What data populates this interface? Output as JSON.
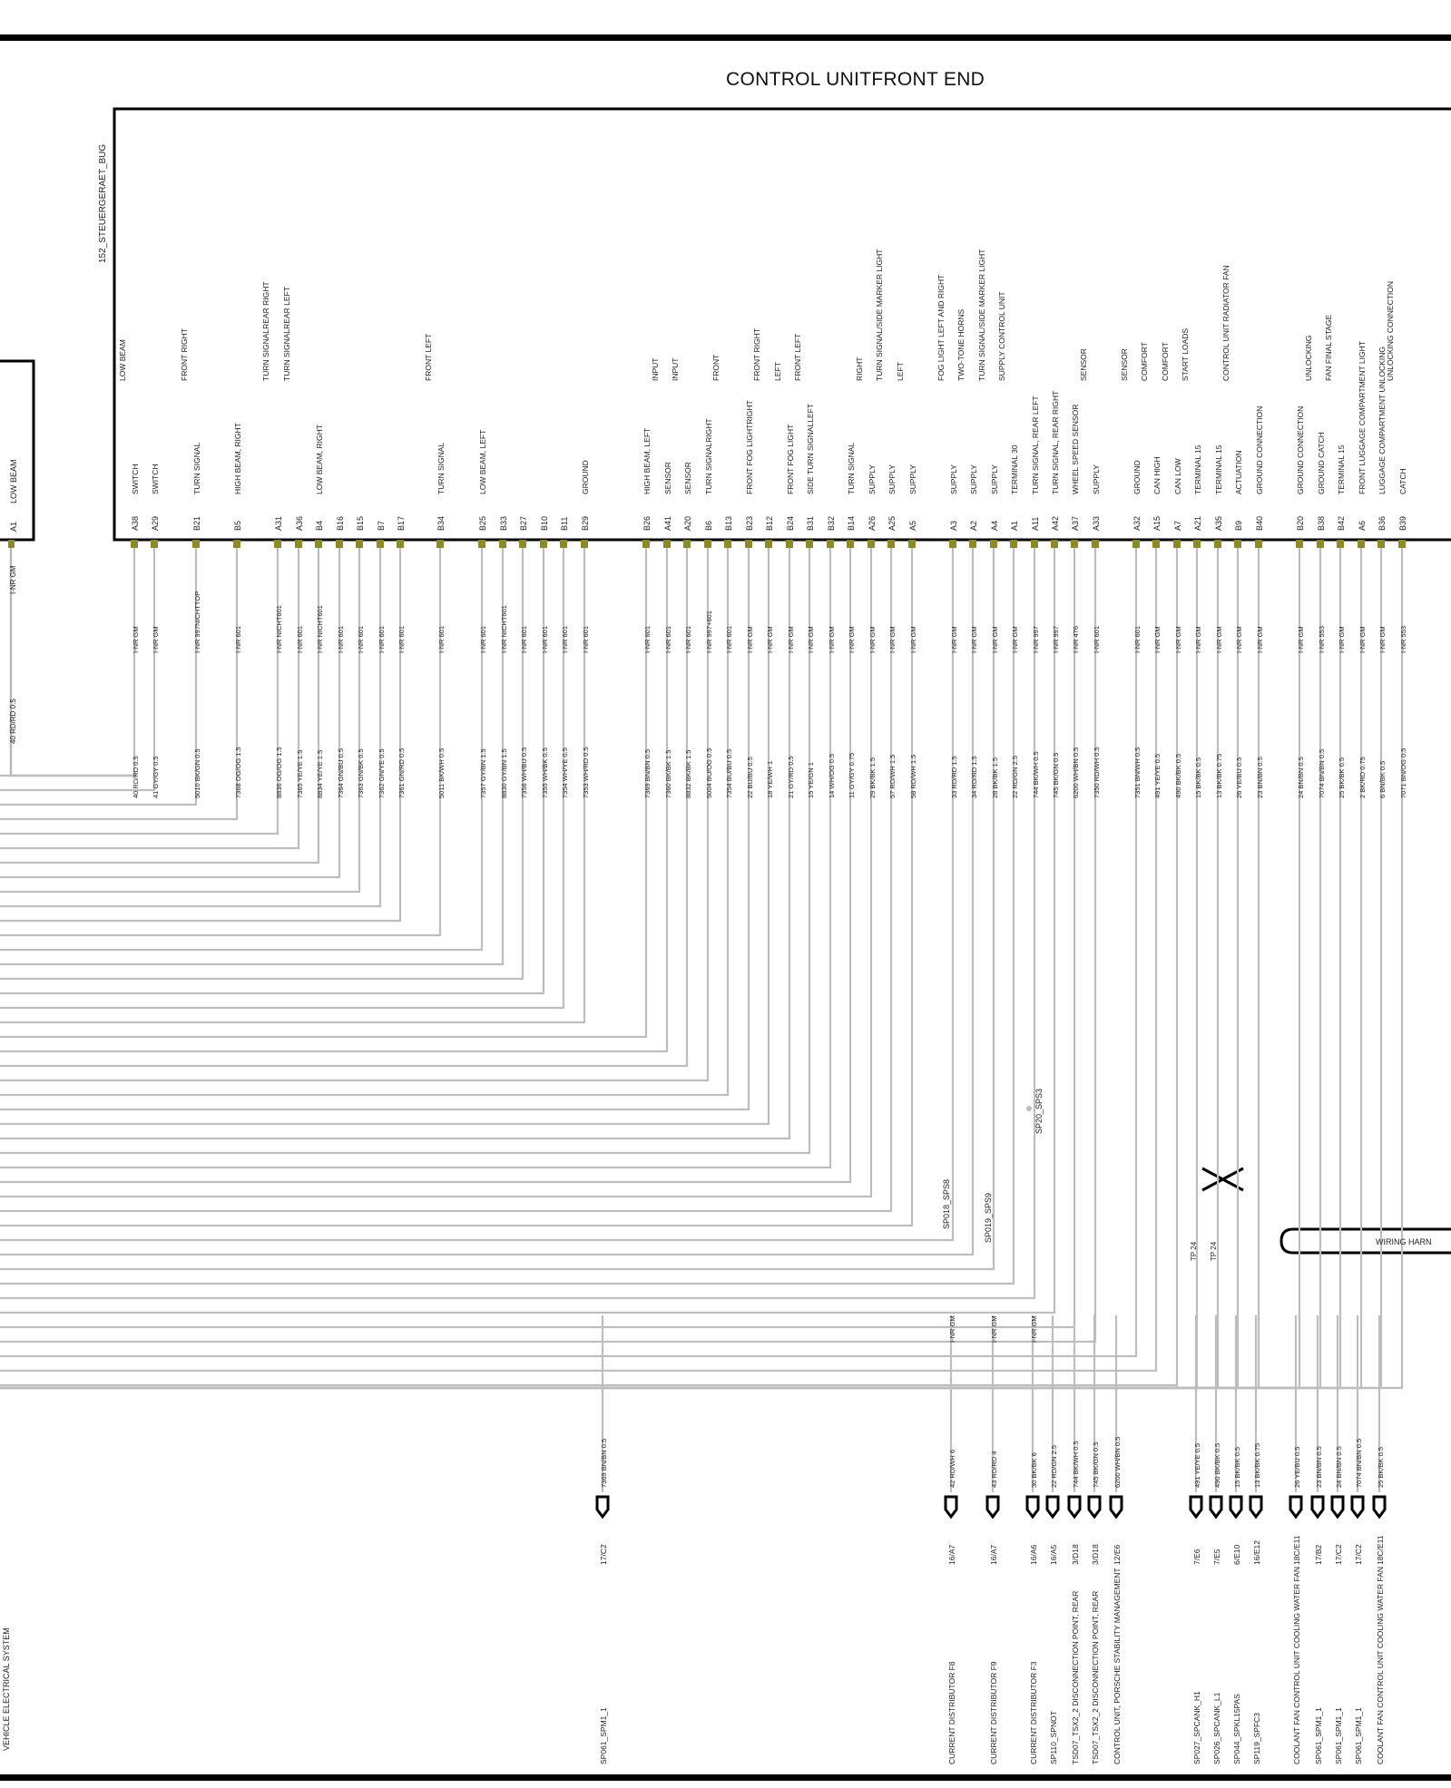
{
  "title": "CONTROL UNITFRONT END",
  "unit_label": "152_STEUERGERAET_BUG",
  "left_box": {
    "pin": "A1",
    "label": "LOW BEAM",
    "wire_top": "I-NR GM",
    "wire": "40 RD/RD 0.5"
  },
  "bottom_left_text": "VEHICLE ELECTRICAL SYSTEM",
  "pins": [
    {
      "pin": "A38",
      "f1": "SWITCH",
      "f2": "LOW BEAM",
      "ci": "I-NR GM",
      "wire": "40 RD/RD 0.5"
    },
    {
      "pin": "A29",
      "f1": "SWITCH",
      "f2": "",
      "ci": "I-NR GM",
      "wire": "41 GY/GY 0.5"
    },
    {
      "pin": "B21",
      "f1": "TURN SIGNAL",
      "f2": "FRONT RIGHT",
      "ci": "I-NR 997NICHTTOP",
      "wire": "5010 BK/GN 0.5"
    },
    {
      "pin": "B5",
      "f1": "HIGH BEAM, RIGHT",
      "f2": "",
      "ci": "I-NR 601",
      "wire": "7368 OG/OG 1.5"
    },
    {
      "pin": "A31",
      "f1": "",
      "f2": "TURN SIGNALREAR RIGHT",
      "ci": "I-NR NICHT601",
      "wire": "8836 OG/OG 1.5"
    },
    {
      "pin": "A36",
      "f1": "",
      "f2": "TURN SIGNALREAR LEFT",
      "ci": "I-NR 601",
      "wire": "7365 YE/YE 1.5"
    },
    {
      "pin": "B4",
      "f1": "LOW BEAM, RIGHT",
      "f2": "",
      "ci": "I-NR NICHT601",
      "wire": "8834 YE/YE 1.5"
    },
    {
      "pin": "B16",
      "f1": "",
      "f2": "",
      "ci": "I-NR 601",
      "wire": "7364 GN/BU 0.5"
    },
    {
      "pin": "B15",
      "f1": "",
      "f2": "",
      "ci": "I-NR 601",
      "wire": "7363 GN/BK 0.5"
    },
    {
      "pin": "B7",
      "f1": "",
      "f2": "",
      "ci": "I-NR 601",
      "wire": "7362 GN/YE 0.5"
    },
    {
      "pin": "B17",
      "f1": "",
      "f2": "",
      "ci": "I-NR 601",
      "wire": "7361 GN/RD 0.5"
    },
    {
      "pin": "B34",
      "f1": "TURN SIGNAL",
      "f2": "FRONT LEFT",
      "ci": "I-NR 601",
      "wire": "5011 BK/WH 0.5"
    },
    {
      "pin": "B25",
      "f1": "LOW BEAM, LEFT",
      "f2": "",
      "ci": "I-NR 601",
      "wire": "7357 GY/BN 1.5"
    },
    {
      "pin": "B33",
      "f1": "",
      "f2": "",
      "ci": "I-NR NICHT601",
      "wire": "8830 GY/BN 1.5"
    },
    {
      "pin": "B27",
      "f1": "",
      "f2": "",
      "ci": "I-NR 601",
      "wire": "7356 WH/BU 0.5"
    },
    {
      "pin": "B10",
      "f1": "",
      "f2": "",
      "ci": "I-NR 601",
      "wire": "7355 WH/BK 0.5"
    },
    {
      "pin": "B11",
      "f1": "",
      "f2": "",
      "ci": "I-NR 601",
      "wire": "7354 WH/YE 0.5"
    },
    {
      "pin": "B29",
      "f1": "GROUND",
      "f2": "",
      "ci": "I-NR 601",
      "wire": "7353 WH/RD 0.5"
    },
    {
      "pin": "B26",
      "f1": "HIGH BEAM, LEFT",
      "f2": "",
      "ci": "I-NR 601",
      "wire": "7369 BN/BN 0.5"
    },
    {
      "pin": "A41",
      "f1": "SENSOR",
      "f2": "INPUT",
      "ci": "I-NR 601",
      "wire": "7360 BK/BK 1.5"
    },
    {
      "pin": "A20",
      "f1": "SENSOR",
      "f2": "INPUT",
      "ci": "I-NR 601",
      "wire": "8832 BK/BK 1.5"
    },
    {
      "pin": "B6",
      "f1": "TURN SIGNALRIGHT",
      "f2": "",
      "ci": "I-NR 997+601",
      "wire": "5004 BU/OG 0.5"
    },
    {
      "pin": "B13",
      "f1": "",
      "f2": "FRONT",
      "ci": "I-NR 601",
      "wire": "7354 BU/BU 0.5"
    },
    {
      "pin": "B23",
      "f1": "FRONT FOG LIGHTRIGHT",
      "f2": "",
      "ci": "I-NR GM",
      "wire": "22 BU/BU 0.5"
    },
    {
      "pin": "B12",
      "f1": "",
      "f2": "FRONT RIGHT",
      "ci": "I-NR GM",
      "wire": "18 YE/WH 1"
    },
    {
      "pin": "B24",
      "f1": "FRONT FOG LIGHT",
      "f2": "LEFT",
      "ci": "I-NR GM",
      "wire": "21 GY/RD 0.5"
    },
    {
      "pin": "B31",
      "f1": "SIDE TURN SIGNALLEFT",
      "f2": "FRONT LEFT",
      "ci": "I-NR GM",
      "wire": "15 YE/GN 1"
    },
    {
      "pin": "B32",
      "f1": "",
      "f2": "",
      "ci": "I-NR GM",
      "wire": "14 WH/OG 0.5"
    },
    {
      "pin": "B14",
      "f1": "TURN SIGNAL",
      "f2": "",
      "ci": "I-NR GM",
      "wire": "11 GY/GY 0.75"
    },
    {
      "pin": "A26",
      "f1": "SUPPLY",
      "f2": "RIGHT",
      "ci": "I-NR GM",
      "wire": "29 BK/BK 1.5"
    },
    {
      "pin": "A25",
      "f1": "SUPPLY",
      "f2": "TURN SIGNAL/SIDE MARKER LIGHT",
      "ci": "I-NR GM",
      "wire": "57 RD/WH 1.5"
    },
    {
      "pin": "A5",
      "f1": "SUPPLY",
      "f2": "LEFT",
      "ci": "I-NR GM",
      "wire": "58 RD/WH 1.5"
    },
    {
      "pin": "A3",
      "f1": "SUPPLY",
      "f2": "FOG LIGHT   LEFT AND RIGHT",
      "ci": "I-NR GM",
      "wire": "33 RD/RD 1.5"
    },
    {
      "pin": "A2",
      "f1": "SUPPLY",
      "f2": "TWO-TONE HORNS",
      "ci": "I-NR GM",
      "wire": "34 RD/RD 1.5"
    },
    {
      "pin": "A4",
      "f1": "SUPPLY",
      "f2": "TURN SIGNAL/SIDE MARKER LIGHT",
      "ci": "I-NR GM",
      "wire": "28 BK/BK 1.5"
    },
    {
      "pin": "A1",
      "f1": "TERMINAL 30",
      "f2": "SUPPLY   CONTROL UNIT",
      "ci": "I-NR GM",
      "wire": "22 RD/GN 2.5"
    },
    {
      "pin": "A11",
      "f1": "TURN SIGNAL, REAR LEFT",
      "f2": "",
      "ci": "I-NR 997",
      "wire": "744 BK/WH 0.5"
    },
    {
      "pin": "A42",
      "f1": "TURN SIGNAL, REAR RIGHT",
      "f2": "",
      "ci": "I-NR 997",
      "wire": "745 BK/GN 0.5"
    },
    {
      "pin": "A37",
      "f1": "WHEEL SPEED SENSOR",
      "f2": "",
      "ci": "I-NR 476",
      "wire": "6200 WH/BN 0.5"
    },
    {
      "pin": "A33",
      "f1": "SUPPLY",
      "f2": "SENSOR",
      "ci": "I-NR 601",
      "wire": "7350 RD/WH 0.5"
    },
    {
      "pin": "A32",
      "f1": "GROUND",
      "f2": "SENSOR",
      "ci": "I-NR 601",
      "wire": "7351 BN/WH 0.5"
    },
    {
      "pin": "A15",
      "f1": "CAN HIGH",
      "f2": "COMFORT",
      "ci": "I-NR GM",
      "wire": "491 YE/YE 0.5"
    },
    {
      "pin": "A7",
      "f1": "CAN LOW",
      "f2": "COMFORT",
      "ci": "I-NR GM",
      "wire": "490 BK/BK 0.5"
    },
    {
      "pin": "A21",
      "f1": "TERMINAL 15",
      "f2": "START   LOADS",
      "ci": "I-NR GM",
      "wire": "15 BK/BK 0.5"
    },
    {
      "pin": "A35",
      "f1": "TERMINAL 15",
      "f2": "",
      "ci": "I-NR GM",
      "wire": "13 BK/BK 0.75"
    },
    {
      "pin": "B9",
      "f1": "ACTUATION",
      "f2": "CONTROL UNIT   RADIATOR   FAN",
      "ci": "I-NR GM",
      "wire": "26 YE/BU 0.5"
    },
    {
      "pin": "B40",
      "f1": "GROUND CONNECTION",
      "f2": "",
      "ci": "I-NR GM",
      "wire": "23 BN/BN 0.5"
    },
    {
      "pin": "B20",
      "f1": "GROUND CONNECTION",
      "f2": "",
      "ci": "I-NR GM",
      "wire": "24 BN/BN 0.5"
    },
    {
      "pin": "B38",
      "f1": "GROUND   CATCH",
      "f2": "UNLOCKING",
      "ci": "I-NR 553",
      "wire": "7074 BN/BN 0.5"
    },
    {
      "pin": "B42",
      "f1": "TERMINAL 15",
      "f2": "FAN   FINAL STAGE",
      "ci": "I-NR GM",
      "wire": "25 BK/BK 0.5"
    },
    {
      "pin": "A6",
      "f1": "FRONT LUGGAGE COMPARTMENT LIGHT",
      "f2": "",
      "ci": "I-NR GM",
      "wire": "2 BK/RD 0.75"
    },
    {
      "pin": "B36",
      "f1": "LUGGAGE COMPARTMENT UNLOCKING",
      "f2": "",
      "ci": "I-NR GM",
      "wire": "6 BN/BK 0.5"
    },
    {
      "pin": "B39",
      "f1": "CATCH",
      "f2": "UNLOCKING   CONNECTION",
      "ci": "I-NR 553",
      "wire": "7071 BN/OG 0.5"
    }
  ],
  "splices": [
    {
      "label": "SP20_SPS3"
    },
    {
      "label": "SP018_SPS8"
    },
    {
      "label": "SP019_SPS9"
    }
  ],
  "harness_label": "WIRING HARN",
  "tp_labels": [
    "TP 24",
    "TP 24"
  ],
  "bottom_connectors": [
    {
      "wire": "7369 BN/BN 0.5",
      "loc": "17/C2",
      "dest": "SP061_SPM1_1",
      "lnr": ""
    },
    {
      "wire": "42 RD/WH 6",
      "loc": "16/A7",
      "dest": "CURRENT DISTRIBUTOR F8",
      "lnr": "I-NR GM"
    },
    {
      "wire": "43 RD/RD 4",
      "loc": "16/A7",
      "dest": "CURRENT DISTRIBUTOR F9",
      "lnr": "I-NR GM"
    },
    {
      "wire": "30 BK/BK 6",
      "loc": "16/A6",
      "dest": "CURRENT DISTRIBUTOR F3",
      "lnr": "I-NR GM"
    },
    {
      "wire": "22 RD/GN 2.5",
      "loc": "16/A5",
      "dest": "SP110_SPNOT",
      "lnr": ""
    },
    {
      "wire": "744 BK/WH 0.5",
      "loc": "3/D18",
      "dest": "TSD07_TSX2_2  DISCONNECTION POINT, REAR",
      "lnr": ""
    },
    {
      "wire": "745 BK/GN 0.5",
      "loc": "3/D18",
      "dest": "TSD07_TSX2_2  DISCONNECTION POINT, REAR",
      "lnr": ""
    },
    {
      "wire": "6200 WH/BN 0.5",
      "loc": "12/E6",
      "dest": "CONTROL UNIT, PORSCHE STABILITY MANAGEMENT",
      "lnr": ""
    },
    {
      "wire": "491 YE/YE 0.5",
      "loc": "7/E6",
      "dest": "SP027_SPCANK_H1",
      "lnr": ""
    },
    {
      "wire": "490 BK/BK 0.5",
      "loc": "7/E5",
      "dest": "SP026_SPCANK_L1",
      "lnr": ""
    },
    {
      "wire": "15 BK/BK 0.5",
      "loc": "6/E10",
      "dest": "SP044_SPKL15PAS",
      "lnr": ""
    },
    {
      "wire": "13 BK/BK 0.75",
      "loc": "16/E12",
      "dest": "SP119_SPFC3",
      "lnr": ""
    },
    {
      "wire": "26 YE/BU 0.5",
      "loc": "18C/E11",
      "dest": "COOLANT FAN CONTROL UNIT  COOLING WATER FAN",
      "lnr": ""
    },
    {
      "wire": "23 BN/BN 0.5",
      "loc": "17/B2",
      "dest": "SP061_SPM1_1",
      "lnr": ""
    },
    {
      "wire": "24 BN/BN 0.5",
      "loc": "17/C2",
      "dest": "SP061_SPM1_1",
      "lnr": ""
    },
    {
      "wire": "7074 BN/BN 0.5",
      "loc": "17/C2",
      "dest": "SP061_SPM1_1",
      "lnr": ""
    },
    {
      "wire": "25 BK/BK 0.5",
      "loc": "18C/E11",
      "dest": "COOLANT FAN CONTROL UNIT  COOLING WATER FAN",
      "lnr": ""
    }
  ]
}
